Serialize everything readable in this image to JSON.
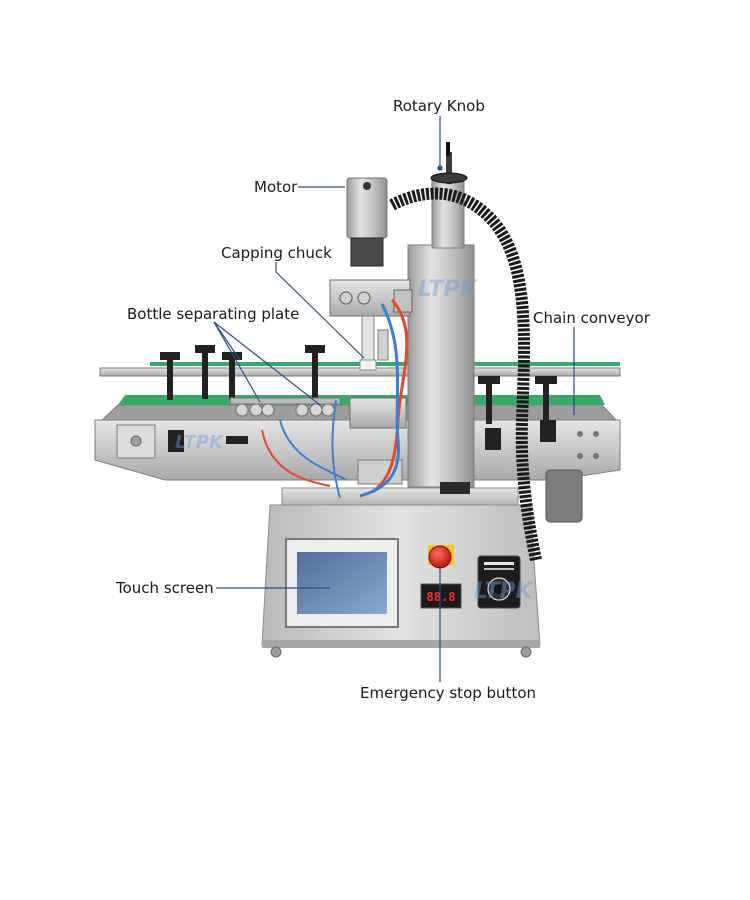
{
  "labels": {
    "rotary_knob": "Rotary Knob",
    "motor": "Motor",
    "capping_chuck": "Capping chuck",
    "bottle_separating_plate": "Bottle separating plate",
    "chain_conveyor": "Chain conveyor",
    "touch_screen": "Touch screen",
    "emergency_stop_button": "Emergency stop button"
  },
  "watermark": "LTPK",
  "display_readout": "88.8",
  "colors": {
    "leader_line": "#2f4a8a",
    "steel": "#c8c8c8",
    "conveyor_belt": "#3aa86a",
    "emergency_red": "#e0231c",
    "cable_black": "#1b1b1b"
  }
}
